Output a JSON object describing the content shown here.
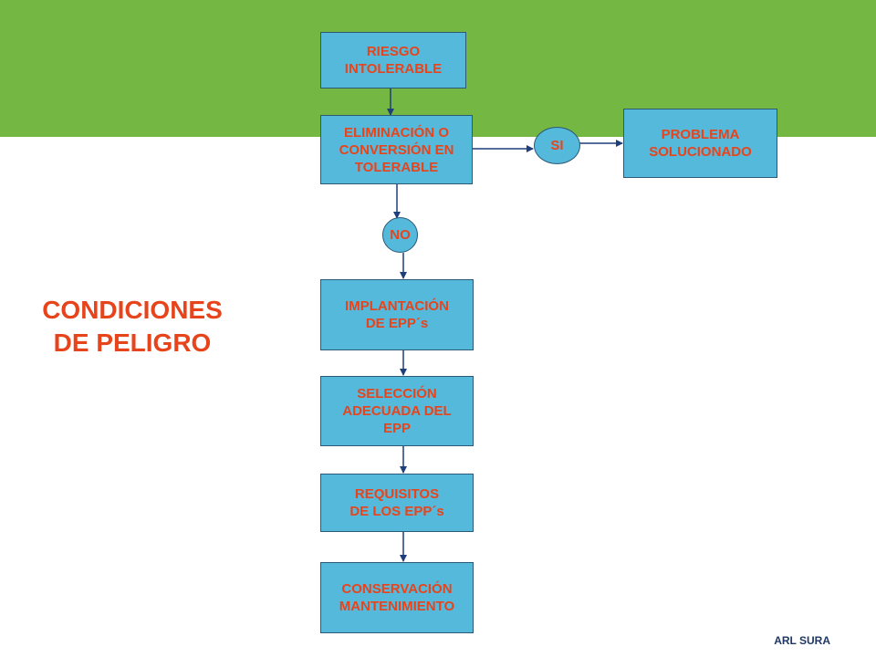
{
  "colors": {
    "green": "#74b742",
    "box_fill": "#55b9db",
    "accent_text": "#e8441c",
    "connector": "#1f3f7a"
  },
  "title": "CONDICIONES\nDE PELIGRO",
  "footer": "ARL  SURA",
  "nodes": {
    "riesgo": "RIESGO\nINTOLERABLE",
    "eliminacion": "ELIMINACIÓN O\nCONVERSIÓN EN\nTOLERABLE",
    "si": "SI",
    "problema": "PROBLEMA\nSOLUCIONADO",
    "no": "NO",
    "implantacion": "IMPLANTACIÓN\nDE EPP´s",
    "seleccion": "SELECCIÓN\nADECUADA DEL\nEPP",
    "requisitos": "REQUISITOS\nDE LOS EPP´s",
    "conservacion": "CONSERVACIÓN\nMANTENIMIENTO"
  }
}
